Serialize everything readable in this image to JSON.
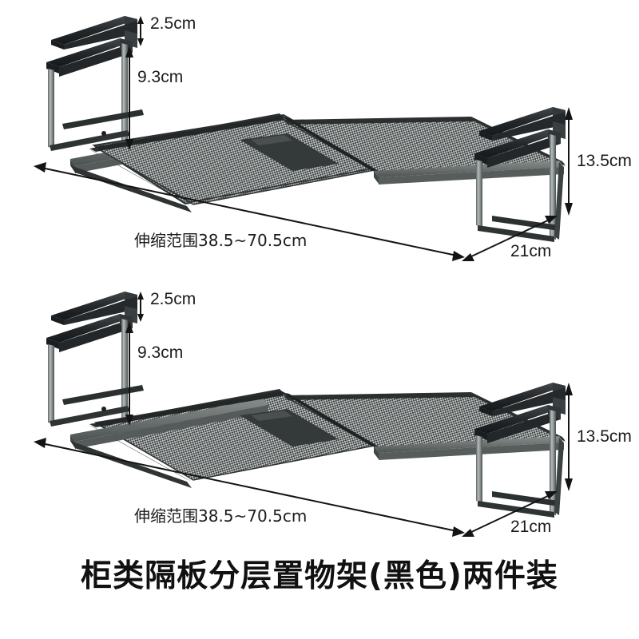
{
  "product": {
    "title": "柜类隔板分层置物架(黑色)两件装",
    "colors": {
      "frame_rail": "#6e7573",
      "frame_dark": "#2b2f2f",
      "mesh_light": "#c9cccb",
      "mesh_dark": "#3a3d3d",
      "hook_black": "#202324",
      "post_steel": "#9aa0a0",
      "dimension_line": "#141414",
      "background": "#ffffff"
    }
  },
  "units": [
    {
      "id": "unit-1",
      "name": "shelf-unit-top",
      "dimensions": {
        "hook_gap": "2.5cm",
        "under_clearance": "9.3cm",
        "total_height": "13.5cm",
        "depth": "21cm",
        "width_range": "伸缩范围38.5~70.5cm"
      }
    },
    {
      "id": "unit-2",
      "name": "shelf-unit-bottom",
      "dimensions": {
        "hook_gap": "2.5cm",
        "under_clearance": "9.3cm",
        "total_height": "13.5cm",
        "depth": "21cm",
        "width_range": "伸缩范围38.5~70.5cm"
      }
    }
  ]
}
